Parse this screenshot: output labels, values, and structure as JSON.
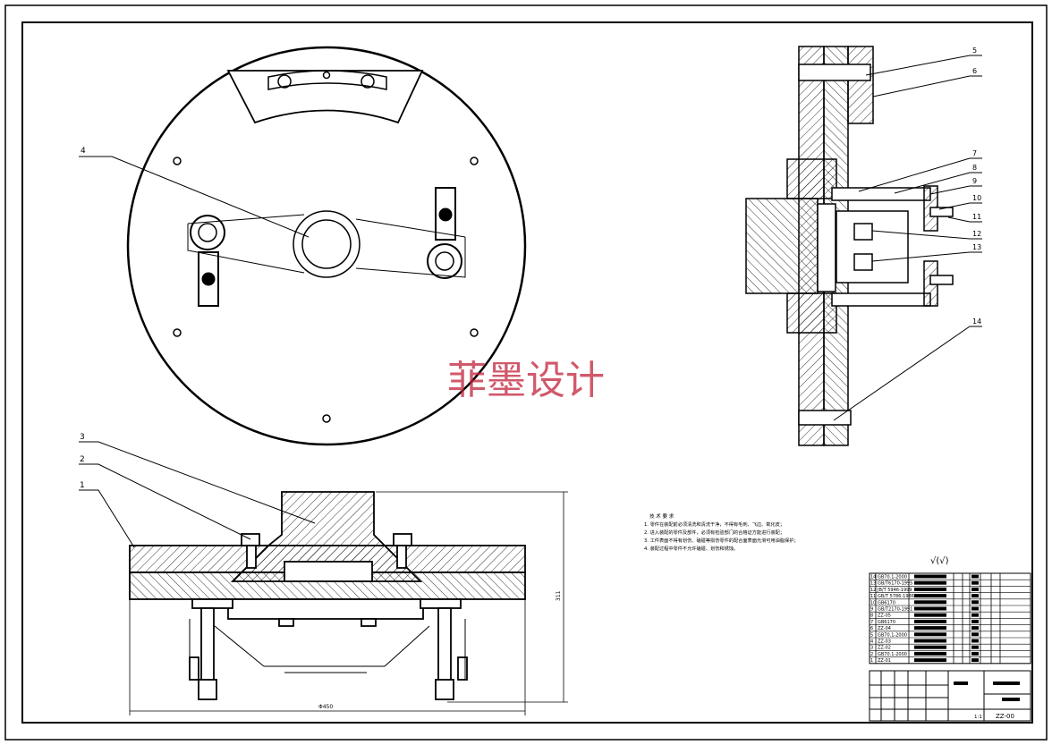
{
  "watermark": "菲墨设计",
  "balloons": {
    "top_view": [
      "4"
    ],
    "side_view": [
      "5",
      "6",
      "7",
      "8",
      "9",
      "10",
      "11",
      "12",
      "13",
      "14"
    ],
    "front_view": [
      "3",
      "2",
      "1"
    ]
  },
  "dimensions": {
    "overall_width": "Φ450",
    "height": "311"
  },
  "technical_requirements": {
    "title": "技 术 要 求",
    "items": [
      "1. 零件在装配前必须清洗和清洗干净，不得有毛刺、飞边、氧化皮；",
      "2. 进入装配的零件及部件，必须有检验部门的合格证方能进行装配；",
      "3. 工件表面不得有划伤、磕碰等损伤零件的配合面表面光滑可用油脂保护；",
      "4. 装配过程中零件不允许磕碰、划伤和锈蚀。"
    ]
  },
  "roughness_symbol": "√(√)",
  "bom": {
    "rows": [
      {
        "no": "14",
        "code": "GB70.1-2000"
      },
      {
        "no": "13",
        "code": "GB/T6170-1995"
      },
      {
        "no": "12",
        "code": "JB/T 5946-1999"
      },
      {
        "no": "11",
        "code": "GB/T 5786-1986"
      },
      {
        "no": "10",
        "code": "GB6170"
      },
      {
        "no": "9",
        "code": "GB/T2170-1991"
      },
      {
        "no": "8",
        "code": "ZZ-05"
      },
      {
        "no": "7",
        "code": "GB6170"
      },
      {
        "no": "6",
        "code": "ZZ-04"
      },
      {
        "no": "5",
        "code": "GB70.1-2000"
      },
      {
        "no": "4",
        "code": "ZZ-03"
      },
      {
        "no": "3",
        "code": "ZZ-02"
      },
      {
        "no": "2",
        "code": "GB70.1-2000"
      },
      {
        "no": "1",
        "code": "ZZ-01"
      }
    ],
    "drawing_number": "ZZ-00",
    "scale": "1:1"
  }
}
